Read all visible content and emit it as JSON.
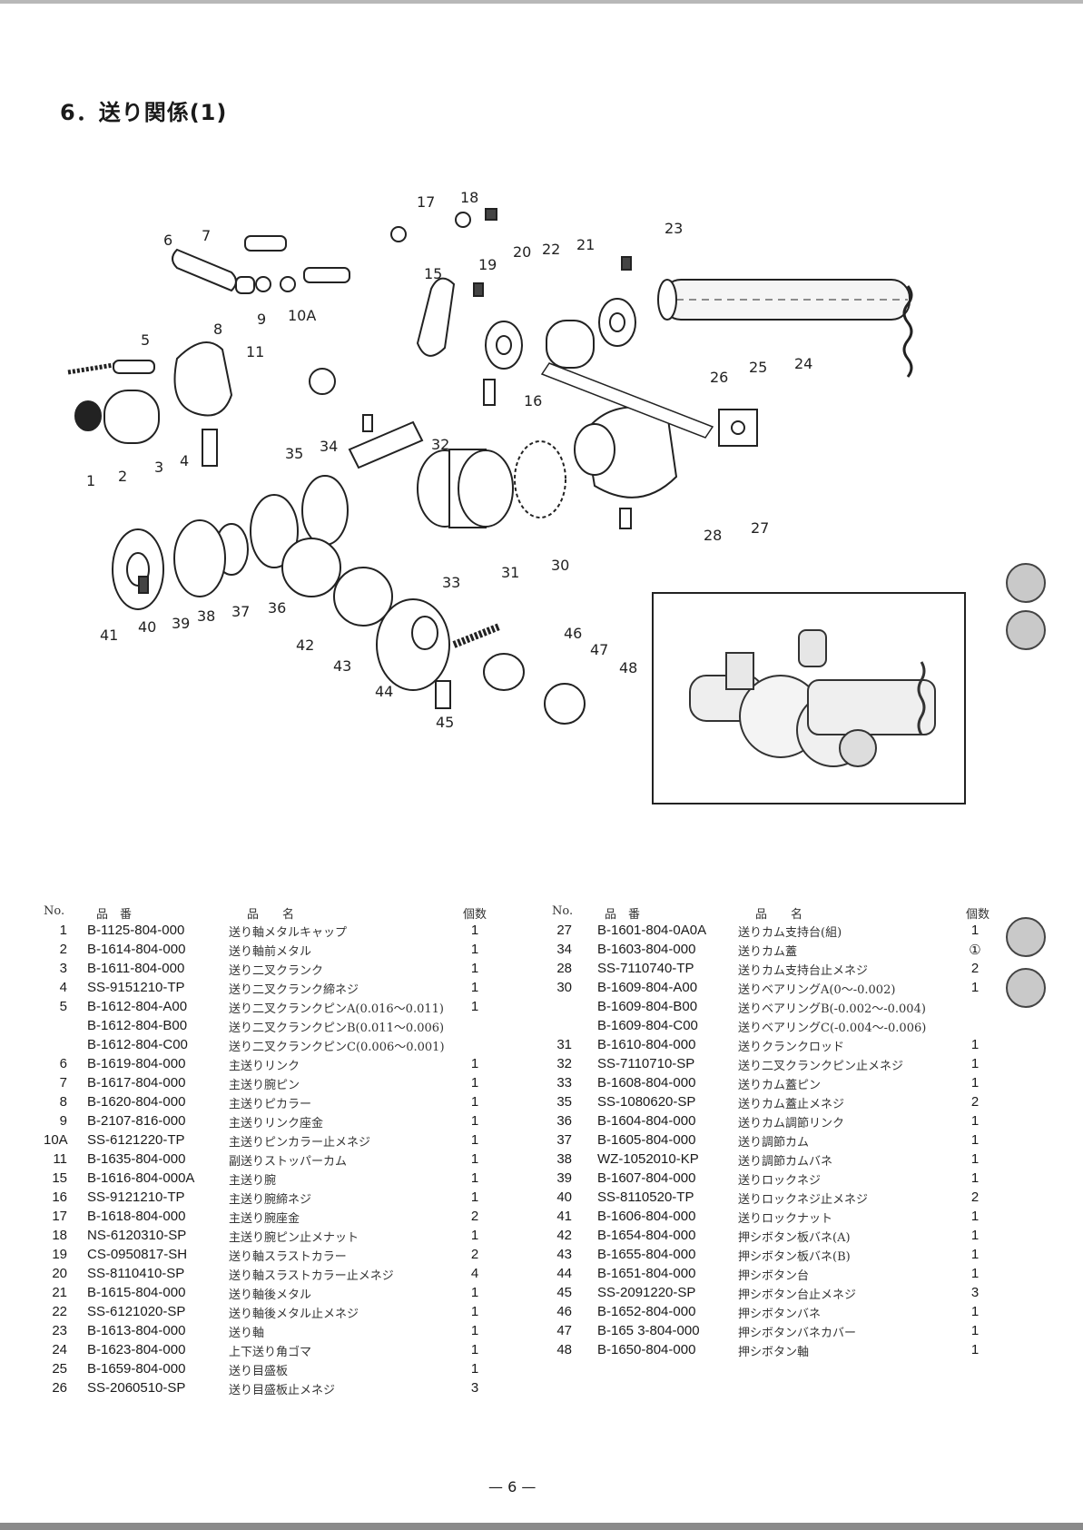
{
  "page": {
    "title": "6．送り関係(1)",
    "page_number": "— 6 —"
  },
  "callouts": [
    "1",
    "2",
    "3",
    "4",
    "5",
    "6",
    "7",
    "8",
    "9",
    "10A",
    "11",
    "15",
    "16",
    "17",
    "18",
    "19",
    "20",
    "21",
    "22",
    "23",
    "24",
    "25",
    "26",
    "27",
    "28",
    "30",
    "31",
    "32",
    "33",
    "34",
    "35",
    "36",
    "37",
    "38",
    "39",
    "40",
    "41",
    "42",
    "43",
    "44",
    "45",
    "46",
    "47",
    "48"
  ],
  "table_headers": {
    "no": "No.",
    "part_number": "品　番",
    "part_name": "品　　名",
    "qty": "個数"
  },
  "left_table": [
    {
      "no": "1",
      "part_number": "B-1125-804-000",
      "name": "送り軸メタルキャップ",
      "qty": "1"
    },
    {
      "no": "2",
      "part_number": "B-1614-804-000",
      "name": "送り軸前メタル",
      "qty": "1"
    },
    {
      "no": "3",
      "part_number": "B-1611-804-000",
      "name": "送り二叉クランク",
      "qty": "1"
    },
    {
      "no": "4",
      "part_number": "SS-9151210-TP",
      "name": "送り二叉クランク締ネジ",
      "qty": "1"
    },
    {
      "no": "5",
      "part_number": "B-1612-804-A00",
      "name": "送り二叉クランクピンA(0.016～0.011)",
      "qty": "1"
    },
    {
      "no": "",
      "part_number": "B-1612-804-B00",
      "name": "送り二叉クランクピンB(0.011～0.006)",
      "qty": ""
    },
    {
      "no": "",
      "part_number": "B-1612-804-C00",
      "name": "送り二叉クランクピンC(0.006～0.001)",
      "qty": ""
    },
    {
      "no": "6",
      "part_number": "B-1619-804-000",
      "name": "主送りリンク",
      "qty": "1"
    },
    {
      "no": "7",
      "part_number": "B-1617-804-000",
      "name": "主送り腕ピン",
      "qty": "1"
    },
    {
      "no": "8",
      "part_number": "B-1620-804-000",
      "name": "主送りピカラー",
      "qty": "1"
    },
    {
      "no": "9",
      "part_number": "B-2107-816-000",
      "name": "主送りリンク座金",
      "qty": "1"
    },
    {
      "no": "10A",
      "part_number": "SS-6121220-TP",
      "name": "主送りピンカラー止メネジ",
      "qty": "1"
    },
    {
      "no": "11",
      "part_number": "B-1635-804-000",
      "name": "副送りストッパーカム",
      "qty": "1"
    },
    {
      "no": "15",
      "part_number": "B-1616-804-000A",
      "name": "主送り腕",
      "qty": "1"
    },
    {
      "no": "16",
      "part_number": "SS-9121210-TP",
      "name": "主送り腕締ネジ",
      "qty": "1"
    },
    {
      "no": "17",
      "part_number": "B-1618-804-000",
      "name": "主送り腕座金",
      "qty": "2"
    },
    {
      "no": "18",
      "part_number": "NS-6120310-SP",
      "name": "主送り腕ピン止メナット",
      "qty": "1"
    },
    {
      "no": "19",
      "part_number": "CS-0950817-SH",
      "name": "送り軸スラストカラー",
      "qty": "2"
    },
    {
      "no": "20",
      "part_number": "SS-8110410-SP",
      "name": "送り軸スラストカラー止メネジ",
      "qty": "4"
    },
    {
      "no": "21",
      "part_number": "B-1615-804-000",
      "name": "送り軸後メタル",
      "qty": "1"
    },
    {
      "no": "22",
      "part_number": "SS-6121020-SP",
      "name": "送り軸後メタル止メネジ",
      "qty": "1"
    },
    {
      "no": "23",
      "part_number": "B-1613-804-000",
      "name": "送り軸",
      "qty": "1"
    },
    {
      "no": "24",
      "part_number": "B-1623-804-000",
      "name": "上下送り角ゴマ",
      "qty": "1"
    },
    {
      "no": "25",
      "part_number": "B-1659-804-000",
      "name": "送り目盛板",
      "qty": "1"
    },
    {
      "no": "26",
      "part_number": "SS-2060510-SP",
      "name": "送り目盛板止メネジ",
      "qty": "3"
    }
  ],
  "right_table": [
    {
      "no": "27",
      "part_number": "B-1601-804-0A0A",
      "name": "送りカム支持台(組)",
      "qty": "1"
    },
    {
      "no": "34",
      "part_number": "B-1603-804-000",
      "name": "送りカム蓋",
      "qty": "①"
    },
    {
      "no": "28",
      "part_number": "SS-7110740-TP",
      "name": "送りカム支持台止メネジ",
      "qty": "2"
    },
    {
      "no": "30",
      "part_number": "B-1609-804-A00",
      "name": "送りベアリングA(0～-0.002)",
      "qty": "1"
    },
    {
      "no": "",
      "part_number": "B-1609-804-B00",
      "name": "送りベアリングB(-0.002～-0.004)",
      "qty": ""
    },
    {
      "no": "",
      "part_number": "B-1609-804-C00",
      "name": "送りベアリングC(-0.004～-0.006)",
      "qty": ""
    },
    {
      "no": "31",
      "part_number": "B-1610-804-000",
      "name": "送りクランクロッド",
      "qty": "1"
    },
    {
      "no": "32",
      "part_number": "SS-7110710-SP",
      "name": "送り二叉クランクピン止メネジ",
      "qty": "1"
    },
    {
      "no": "33",
      "part_number": "B-1608-804-000",
      "name": "送りカム蓋ピン",
      "qty": "1"
    },
    {
      "no": "35",
      "part_number": "SS-1080620-SP",
      "name": "送りカム蓋止メネジ",
      "qty": "2"
    },
    {
      "no": "36",
      "part_number": "B-1604-804-000",
      "name": "送りカム調節リンク",
      "qty": "1"
    },
    {
      "no": "37",
      "part_number": "B-1605-804-000",
      "name": "送り調節カム",
      "qty": "1"
    },
    {
      "no": "38",
      "part_number": "WZ-1052010-KP",
      "name": "送り調節カムバネ",
      "qty": "1"
    },
    {
      "no": "39",
      "part_number": "B-1607-804-000",
      "name": "送りロックネジ",
      "qty": "1"
    },
    {
      "no": "40",
      "part_number": "SS-8110520-TP",
      "name": "送りロックネジ止メネジ",
      "qty": "2"
    },
    {
      "no": "41",
      "part_number": "B-1606-804-000",
      "name": "送りロックナット",
      "qty": "1"
    },
    {
      "no": "42",
      "part_number": "B-1654-804-000",
      "name": "押シボタン板バネ(A)",
      "qty": "1"
    },
    {
      "no": "43",
      "part_number": "B-1655-804-000",
      "name": "押シボタン板バネ(B)",
      "qty": "1"
    },
    {
      "no": "44",
      "part_number": "B-1651-804-000",
      "name": "押シボタン台",
      "qty": "1"
    },
    {
      "no": "45",
      "part_number": "SS-2091220-SP",
      "name": "押シボタン台止メネジ",
      "qty": "3"
    },
    {
      "no": "46",
      "part_number": "B-1652-804-000",
      "name": "押シボタンバネ",
      "qty": "1"
    },
    {
      "no": "47",
      "part_number": "B-165 3-804-000",
      "name": "押シボタンバネカバー",
      "qty": "1"
    },
    {
      "no": "48",
      "part_number": "B-1650-804-000",
      "name": "押シボタン軸",
      "qty": "1"
    }
  ]
}
